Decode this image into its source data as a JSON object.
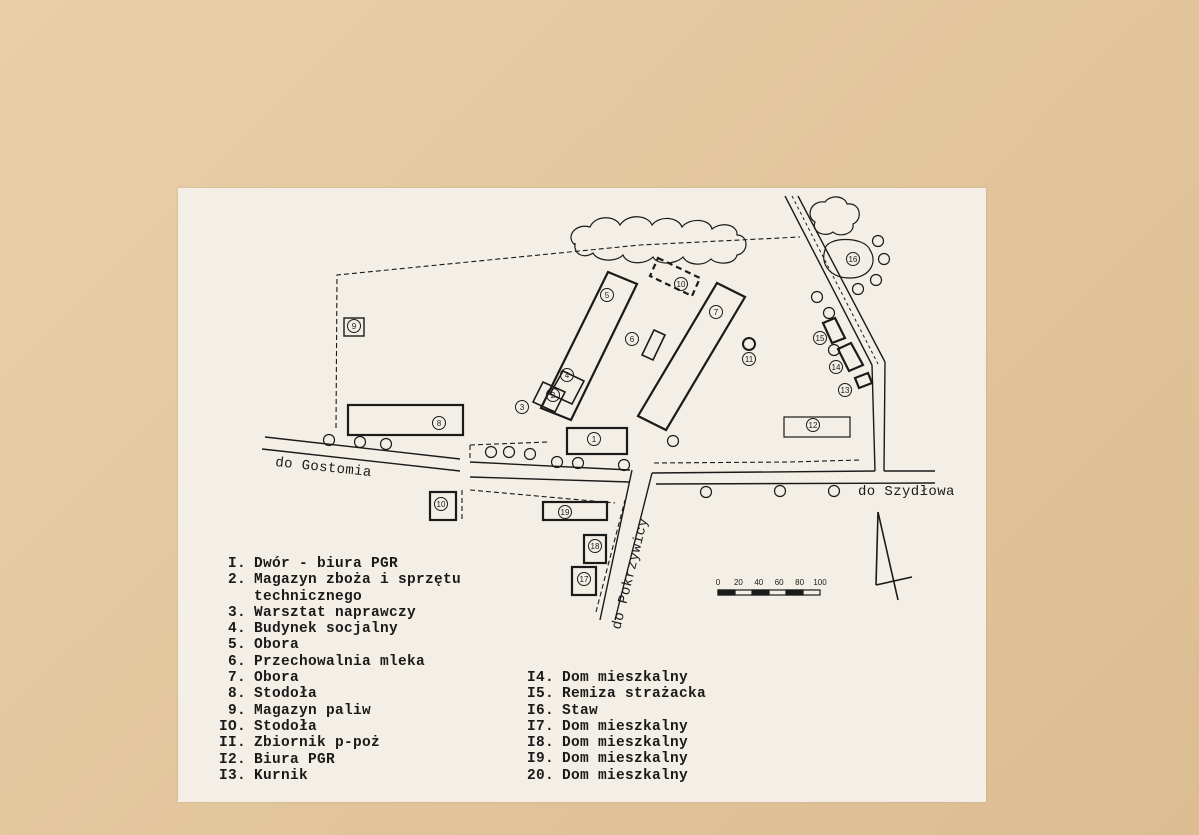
{
  "map": {
    "place_labels": {
      "gostomia": "do Gostomia",
      "szydlowa": "do Szydłowa",
      "pokrzywicy": "do Pokrzywicy"
    },
    "scale_ticks": [
      "0",
      "20",
      "40",
      "60",
      "80",
      "100"
    ],
    "building_numbers": {
      "b1": "1",
      "b2": "2",
      "b3": "3",
      "b4": "4",
      "b5": "5",
      "b6": "6",
      "b7": "7",
      "b8": "8",
      "b9": "9",
      "b10a": "10",
      "b10b": "10",
      "b11": "11",
      "b12": "12",
      "b13": "13",
      "b14": "14",
      "b15": "15",
      "b16": "16",
      "b17": "17",
      "b18": "18",
      "b19": "19"
    }
  },
  "legend": {
    "left": [
      {
        "num": "I.",
        "text": "Dwór - biura PGR"
      },
      {
        "num": "2.",
        "text": "Magazyn zboża i sprzętu"
      },
      {
        "num": "",
        "text": "technicznego"
      },
      {
        "num": "3.",
        "text": "Warsztat naprawczy"
      },
      {
        "num": "4.",
        "text": "Budynek socjalny"
      },
      {
        "num": "5.",
        "text": "Obora"
      },
      {
        "num": "6.",
        "text": "Przechowalnia mleka"
      },
      {
        "num": "7.",
        "text": "Obora"
      },
      {
        "num": "8.",
        "text": "Stodoła"
      },
      {
        "num": "9.",
        "text": "Magazyn paliw"
      },
      {
        "num": "IO.",
        "text": "Stodoła"
      },
      {
        "num": "II.",
        "text": "Zbiornik p-poż"
      },
      {
        "num": "I2.",
        "text": "Biura PGR"
      },
      {
        "num": "I3.",
        "text": "Kurnik"
      }
    ],
    "right": [
      {
        "num": "I4.",
        "text": "Dom mieszkalny"
      },
      {
        "num": "I5.",
        "text": "Remiza strażacka"
      },
      {
        "num": "I6.",
        "text": "Staw"
      },
      {
        "num": "I7.",
        "text": "Dom mieszkalny"
      },
      {
        "num": "I8.",
        "text": "Dom mieszkalny"
      },
      {
        "num": "I9.",
        "text": "Dom mieszkalny"
      },
      {
        "num": "20.",
        "text": "Dom mieszkalny"
      }
    ]
  }
}
